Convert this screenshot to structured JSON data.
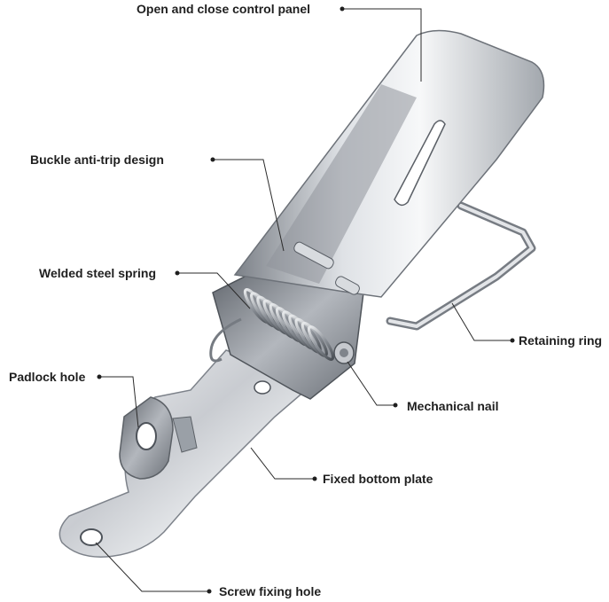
{
  "labels": {
    "control_panel": "Open and close control panel",
    "anti_trip": "Buckle anti-trip design",
    "spring": "Welded steel spring",
    "padlock": "Padlock hole",
    "retaining_ring": "Retaining ring",
    "mechanical_nail": "Mechanical nail",
    "bottom_plate": "Fixed bottom plate",
    "screw_hole": "Screw fixing hole"
  },
  "colors": {
    "text": "#1f1f1f",
    "leader": "#2a2a2a",
    "steel_light": "#e9ebee",
    "steel_mid": "#b9bdc3",
    "steel_dark": "#6d7279"
  }
}
